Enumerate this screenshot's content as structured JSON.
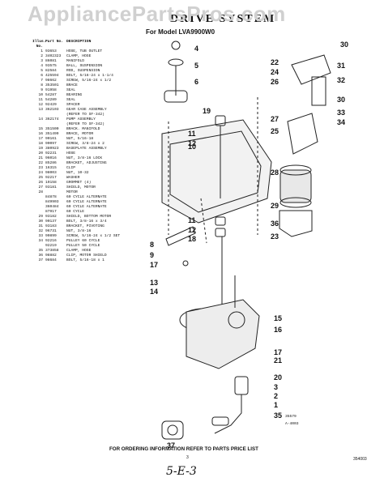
{
  "watermark": "AppliancePartsPros.com",
  "title": "DRIVE SYSTEM",
  "subtitle": "For Model LVA9900W0",
  "parts_header": {
    "illus": "Illus. No.",
    "part": "Part No.",
    "description": "DESCRIPTION"
  },
  "parts": [
    {
      "no": "1",
      "part": "93653",
      "desc": "HOSE, TUB OUTLET"
    },
    {
      "no": "2",
      "part": "3402323",
      "desc": "CLAMP, HOSE"
    },
    {
      "no": "3",
      "part": "86081",
      "desc": "MANIFOLD"
    },
    {
      "no": "4",
      "part": "93575",
      "desc": "BALL, SUSPENSION"
    },
    {
      "no": "5",
      "part": "82584",
      "desc": "ROD, SUSPENSION"
    },
    {
      "no": "6",
      "part": "425594",
      "desc": "BOLT, 5/16-24 x 1-1/4"
    },
    {
      "no": "7",
      "part": "98662",
      "desc": "SCREW, 5/16-24 x 1/2"
    },
    {
      "no": "8",
      "part": "353501",
      "desc": "BRACE"
    },
    {
      "no": "9",
      "part": "91958",
      "desc": "SEAL"
    },
    {
      "no": "10",
      "part": "54287",
      "desc": "BEARING"
    },
    {
      "no": "11",
      "part": "54289",
      "desc": "SEAL"
    },
    {
      "no": "12",
      "part": "92429",
      "desc": "SPACER"
    },
    {
      "no": "13",
      "part": "362103",
      "desc": "GEAR CASE ASSEMBLY"
    },
    {
      "no": "",
      "part": "",
      "desc": "(REFER TO SF-342)"
    },
    {
      "no": "14",
      "part": "362174",
      "desc": "PUMP ASSEMBLY"
    },
    {
      "no": "",
      "part": "",
      "desc": "(REFER TO SF-342)"
    },
    {
      "no": "15",
      "part": "351500",
      "desc": "BRACK. MANIFOLD"
    },
    {
      "no": "16",
      "part": "351499",
      "desc": "BRACE, MOTOR"
    },
    {
      "no": "17",
      "part": "90161",
      "desc": "NUT, 5/16-18"
    },
    {
      "no": "18",
      "part": "90097",
      "desc": "SCREW, 3/8-24 x 2"
    },
    {
      "no": "19",
      "part": "380923",
      "desc": "BASEPLATE ASSEMBLY"
    },
    {
      "no": "20",
      "part": "92231",
      "desc": "HOSE"
    },
    {
      "no": "21",
      "part": "96016",
      "desc": "NUT, 3/8-16 LOCK"
    },
    {
      "no": "22",
      "part": "85286",
      "desc": "BRACKET, ADJUSTING"
    },
    {
      "no": "23",
      "part": "16315",
      "desc": "CLIP"
    },
    {
      "no": "24",
      "part": "98003",
      "desc": "NUT, 10-32"
    },
    {
      "no": "25",
      "part": "92217",
      "desc": "WASHER"
    },
    {
      "no": "26",
      "part": "19158",
      "desc": "GROMMET (4)"
    },
    {
      "no": "27",
      "part": "93181",
      "desc": "SHIELD, MOTOR"
    },
    {
      "no": "28",
      "part": "",
      "desc": "MOTOR"
    },
    {
      "no": "",
      "part": "84878",
      "desc": "60 CYCLE ALTERNATE"
    },
    {
      "no": "",
      "part": "849903",
      "desc": "60 CYCLE ALTERNATE"
    },
    {
      "no": "",
      "part": "360484",
      "desc": "60 CYCLE ALTERNATE"
    },
    {
      "no": "",
      "part": "87917",
      "desc": "60 CYCLE"
    },
    {
      "no": "29",
      "part": "93182",
      "desc": "SHIELD, BOTTOM MOTOR"
    },
    {
      "no": "30",
      "part": "90137",
      "desc": "BOLT, 3/8-16 x 3/4"
    },
    {
      "no": "31",
      "part": "93183",
      "desc": "BRACKET, PIVOTING"
    },
    {
      "no": "32",
      "part": "96731",
      "desc": "NUT, 3/8-16"
    },
    {
      "no": "33",
      "part": "90899",
      "desc": "SCREW, 5/16-24 x 1/2 SET"
    },
    {
      "no": "34",
      "part": "92216",
      "desc": "PULLEY 60 CYCLE"
    },
    {
      "no": "",
      "part": "92219",
      "desc": "PULLEY 50 CYCLE"
    },
    {
      "no": "35",
      "part": "373858",
      "desc": "CLAMP, HOSE"
    },
    {
      "no": "36",
      "part": "98882",
      "desc": "CLIP, MOTOR SHIELD"
    },
    {
      "no": "37",
      "part": "98684",
      "desc": "BOLT, 5/16-18 x 1"
    }
  ],
  "callouts": [
    "30",
    "22",
    "31",
    "24",
    "26",
    "32",
    "4",
    "5",
    "6",
    "10",
    "19",
    "30",
    "33",
    "34",
    "27",
    "25",
    "11",
    "12",
    "28",
    "29",
    "36",
    "23",
    "11",
    "12",
    "18",
    "8",
    "9",
    "17",
    "13",
    "14",
    "15",
    "16",
    "17",
    "21",
    "20",
    "3",
    "2",
    "1",
    "35",
    "37"
  ],
  "ref_label": "35579",
  "ref_code": "A-4003",
  "footer": "FOR ORDERING INFORMATION REFER TO PARTS PRICE LIST",
  "page_number": "3",
  "doc_number": "354003",
  "handwritten": "5-E-3"
}
